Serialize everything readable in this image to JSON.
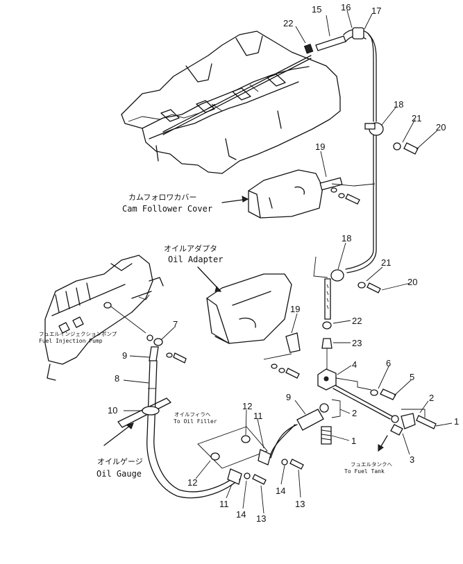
{
  "components": {
    "cam_follower_cover": {
      "jp": "カムフォロワカバー",
      "en": "Cam Follower Cover"
    },
    "oil_adapter": {
      "jp": "オイルアダプタ",
      "en": "Oil Adapter"
    },
    "fuel_injection_pump": {
      "jp": "フュエルインジェクションポンプ",
      "en": "Fuel Injection Pump"
    },
    "to_oil_filler": {
      "jp": "オイルフィラヘ",
      "en": "To Oil Filler"
    },
    "oil_gauge": {
      "jp": "オイルゲージ",
      "en": "Oil Gauge"
    },
    "to_fuel_tank": {
      "jp": "フュエルタンクへ",
      "en": "To Fuel Tank"
    }
  },
  "callouts": [
    "15",
    "16",
    "17",
    "22",
    "18",
    "21",
    "20",
    "19",
    "18",
    "21",
    "20",
    "22",
    "23",
    "19",
    "4",
    "6",
    "5",
    "2",
    "1",
    "3",
    "2",
    "1",
    "9",
    "7",
    "9",
    "8",
    "10",
    "12",
    "11",
    "12",
    "11",
    "14",
    "13",
    "14",
    "13"
  ]
}
